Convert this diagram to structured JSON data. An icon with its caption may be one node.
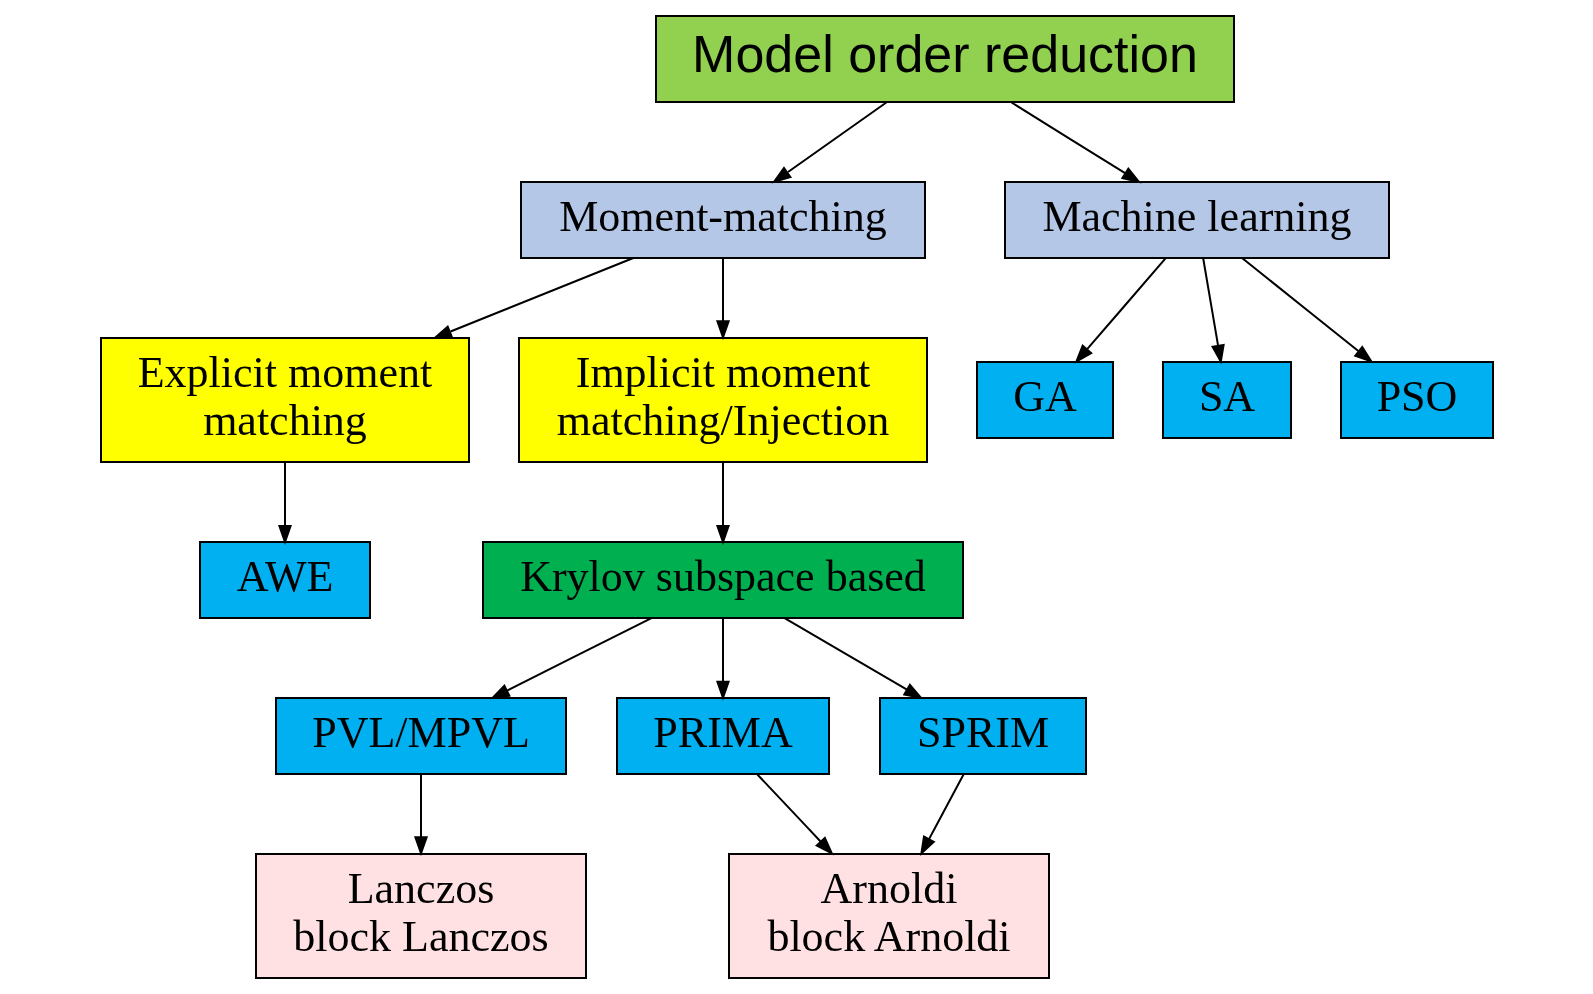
{
  "diagram": {
    "nodes": [
      {
        "text": [
          "Model order reduction"
        ]
      },
      {
        "text": [
          "Moment-matching"
        ]
      },
      {
        "text": [
          "Machine learning"
        ]
      },
      {
        "text": [
          "Explicit moment matching"
        ]
      },
      {
        "text": [
          "Implicit moment matching/Injection"
        ]
      },
      {
        "text": [
          "GA"
        ]
      },
      {
        "text": [
          "SA"
        ]
      },
      {
        "text": [
          "PSO"
        ]
      },
      {
        "text": [
          "AWE"
        ]
      },
      {
        "text": [
          "Krylov subspace based"
        ]
      },
      {
        "text": [
          "PVL/MPVL"
        ]
      },
      {
        "text": [
          "PRIMA"
        ]
      },
      {
        "text": [
          "SPRIM"
        ]
      },
      {
        "text": [
          "Lanczos",
          "block Lanczos"
        ]
      },
      {
        "text": [
          "Arnoldi",
          "block Arnoldi"
        ]
      }
    ],
    "edges": [
      {
        "from": 0,
        "to": 1,
        "arrow": "to"
      },
      {
        "from": 0,
        "to": 2,
        "arrow": "to"
      },
      {
        "from": 1,
        "to": 3,
        "arrow": "to"
      },
      {
        "from": 1,
        "to": 4,
        "arrow": "to"
      },
      {
        "from": 2,
        "to": 5,
        "arrow": "to"
      },
      {
        "from": 2,
        "to": 6,
        "arrow": "to"
      },
      {
        "from": 2,
        "to": 7,
        "arrow": "to"
      },
      {
        "from": 3,
        "to": 8,
        "arrow": "to"
      },
      {
        "from": 4,
        "to": 9,
        "arrow": "to"
      },
      {
        "from": 9,
        "to": 10,
        "arrow": "to"
      },
      {
        "from": 9,
        "to": 11,
        "arrow": "to"
      },
      {
        "from": 9,
        "to": 12,
        "arrow": "to"
      },
      {
        "from": 10,
        "to": 13,
        "arrow": "to"
      },
      {
        "from": 11,
        "to": 14,
        "arrow": "to"
      },
      {
        "from": 12,
        "to": 14,
        "arrow": "to"
      }
    ]
  }
}
